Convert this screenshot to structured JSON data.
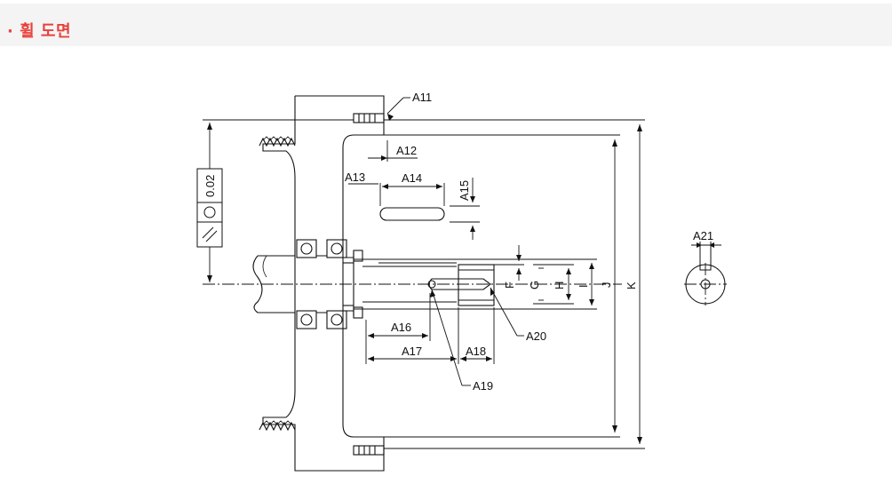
{
  "header": {
    "title": "· 휠 도면"
  },
  "drawing": {
    "labels": {
      "a11": "A11",
      "a12": "A12",
      "a13": "A13",
      "a14": "A14",
      "a15": "A15",
      "a16": "A16",
      "a17": "A17",
      "a18": "A18",
      "a19": "A19",
      "a20": "A20",
      "a21": "A21",
      "f": "F",
      "g": "G",
      "h": "H",
      "i": "I",
      "j": "J",
      "k": "K"
    },
    "tolerance_value": "0.02",
    "icons": [
      "parallelism-symbol-icon",
      "circularity-symbol-icon"
    ],
    "line_color": "#111111"
  }
}
